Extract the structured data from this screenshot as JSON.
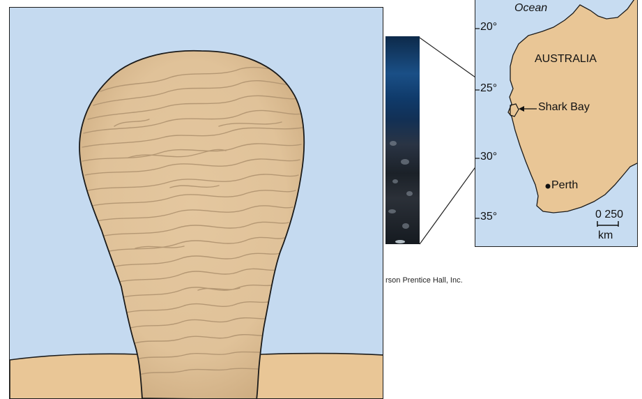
{
  "map": {
    "ocean_label": "Ocean",
    "country_label": "AUSTRALIA",
    "site_label": "Shark Bay",
    "city_label": "Perth",
    "latitudes": [
      "20°",
      "25°",
      "30°",
      "35°"
    ],
    "scale_numbers": "0 250",
    "scale_unit": "km"
  },
  "credit": {
    "text": "rson Prentice Hall, Inc."
  },
  "colors": {
    "water": "#c5daf0",
    "land": "#e9c696",
    "stromatolite": "#e2c39b",
    "lamination": "#b49773"
  }
}
